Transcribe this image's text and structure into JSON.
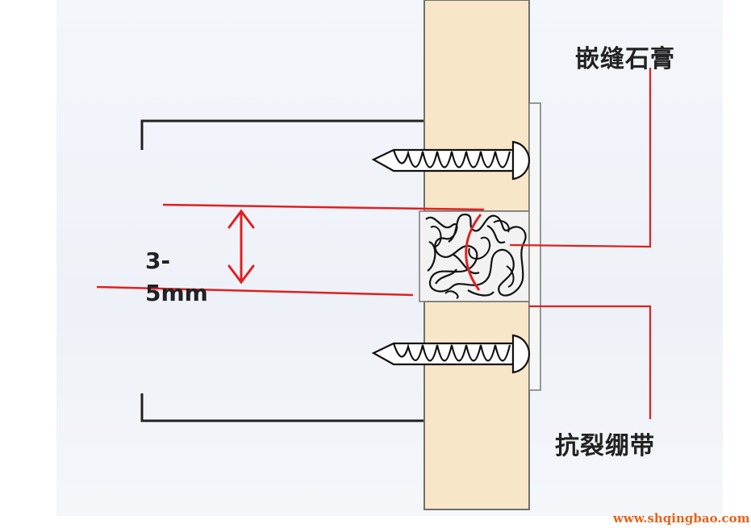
{
  "labels": {
    "caulking_gypsum": "嵌缝石膏",
    "anti_crack_tape": "抗裂绷带",
    "gap_size_line1": "3-",
    "gap_size_line2": "5mm"
  },
  "watermark": "www.shqingbao.com",
  "colors": {
    "board": "#f8e6c8",
    "board_edge": "#6f6f6f",
    "stud": "#222222",
    "leader_lines": "#e02020",
    "tape": "#f2f2f2",
    "watermark": "#e4631a"
  }
}
